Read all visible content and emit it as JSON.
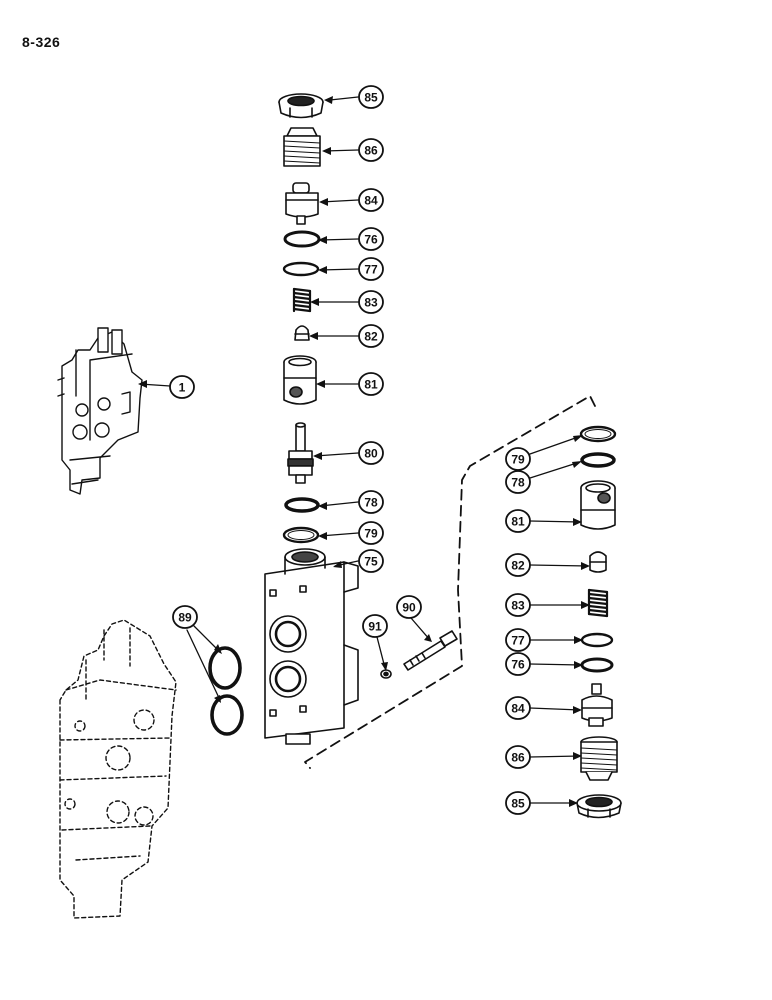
{
  "page_number": "8-326",
  "callouts": {
    "c85a": "85",
    "c86a": "86",
    "c84a": "84",
    "c76a": "76",
    "c77a": "77",
    "c83a": "83",
    "c82a": "82",
    "c81a": "81",
    "c80": "80",
    "c78a": "78",
    "c79a": "79",
    "c75": "75",
    "c1": "1",
    "c89": "89",
    "c91": "91",
    "c90": "90",
    "c79b": "79",
    "c78b": "78",
    "c81b": "81",
    "c82b": "82",
    "c83b": "83",
    "c77b": "77",
    "c76b": "76",
    "c84b": "84",
    "c86b": "86",
    "c85b": "85"
  }
}
